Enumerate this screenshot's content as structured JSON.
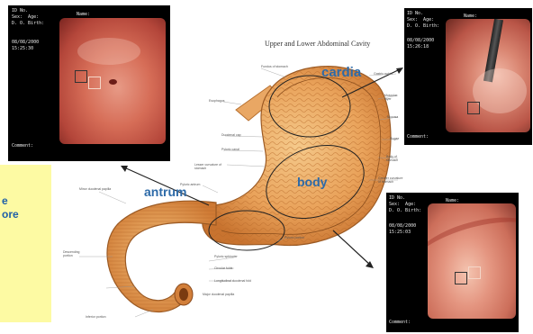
{
  "title": "Upper and Lower Abdominal Cavity",
  "labels": {
    "cardia": "cardia",
    "body": "body",
    "antrum": "antrum"
  },
  "sidebar": {
    "line1": "e",
    "line2": "ore"
  },
  "panels": [
    {
      "id_no": "ID No.",
      "name_label": "Name:",
      "sex_age": "Sex:  Age:",
      "dob": "D. O. Birth:",
      "date": "08/08/2000",
      "time": "15:25:30",
      "comment": "Comment:"
    },
    {
      "id_no": "ID No.",
      "name_label": "Name:",
      "sex_age": "Sex:  Age:",
      "dob": "D. O. Birth:",
      "date": "08/08/2000",
      "time": "15:26:18",
      "comment": "Comment:"
    },
    {
      "id_no": "ID No.",
      "name_label": "Name:",
      "sex_age": "Sex:  Age:",
      "dob": "D. O. Birth:",
      "date": "08/08/2000",
      "time": "15:25:03",
      "comment": "Comment:"
    }
  ],
  "colors": {
    "label_blue": "#2d6aa8",
    "stomach_orange": "#e79a4c",
    "panel_bg": "#000000"
  },
  "small_labels": [
    "Fundus of stomach",
    "Gastric notch",
    "Muscular layer",
    "Mucosa",
    "Rugae",
    "Body of stomach",
    "Greater curvature of stomach",
    "Lesser curvature of stomach",
    "Esophagus",
    "Duodenal cap",
    "Pyloric canal",
    "Pyloric sphincter",
    "Pyloric portion",
    "Pyloric antrum",
    "Descending portion",
    "Circular folds",
    "Longitudinal duodenal fold",
    "Major duodenal papilla",
    "Minor duodenal papilla",
    "Inferior portion"
  ]
}
